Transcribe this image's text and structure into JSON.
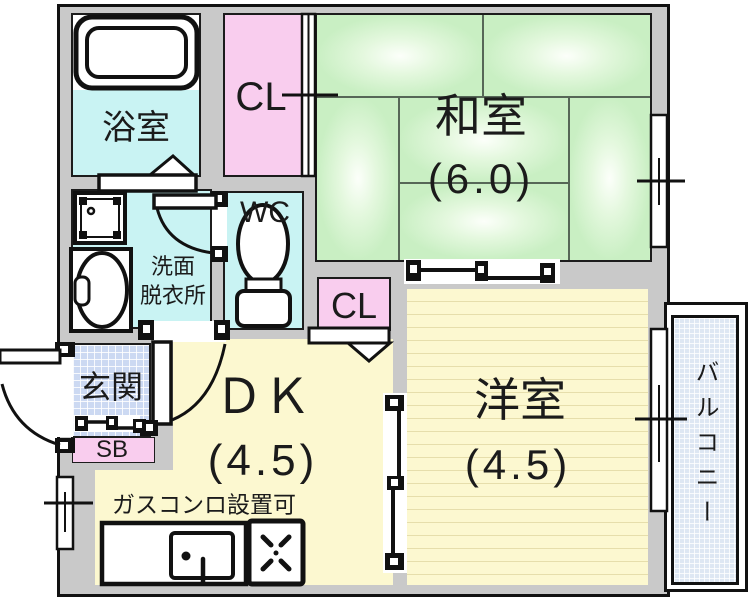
{
  "floorplan": {
    "rooms": {
      "bathroom": {
        "label": "浴室"
      },
      "closet_top": {
        "label": "CL"
      },
      "japanese_room": {
        "label": "和室",
        "size": "(6.0)"
      },
      "toilet_room": {
        "label": "WC"
      },
      "washroom": {
        "line1": "洗面",
        "line2": "脱衣所"
      },
      "closet_mid": {
        "label": "CL"
      },
      "entrance": {
        "label": "玄関"
      },
      "shoe_box": {
        "label": "SB"
      },
      "dining_kitchen": {
        "label": "ＤＫ",
        "size": "(4.5)"
      },
      "western_room": {
        "label": "洋室",
        "size": "(4.5)"
      },
      "balcony": {
        "label": "バルコニー"
      }
    },
    "annotations": {
      "gas_stove_note": "ガスコンロ設置可"
    },
    "colors": {
      "wall": "#c9c9c9",
      "outline": "#111111",
      "wet": "#c9f3f3",
      "closet": "#f9cdee",
      "tatami": "#c9efc3",
      "floor": "#fcf8d0",
      "entry": "#ccd9f2",
      "balcony": "#dee7f3",
      "stripe": "#e6deab",
      "tatami-line": "#566757"
    }
  }
}
